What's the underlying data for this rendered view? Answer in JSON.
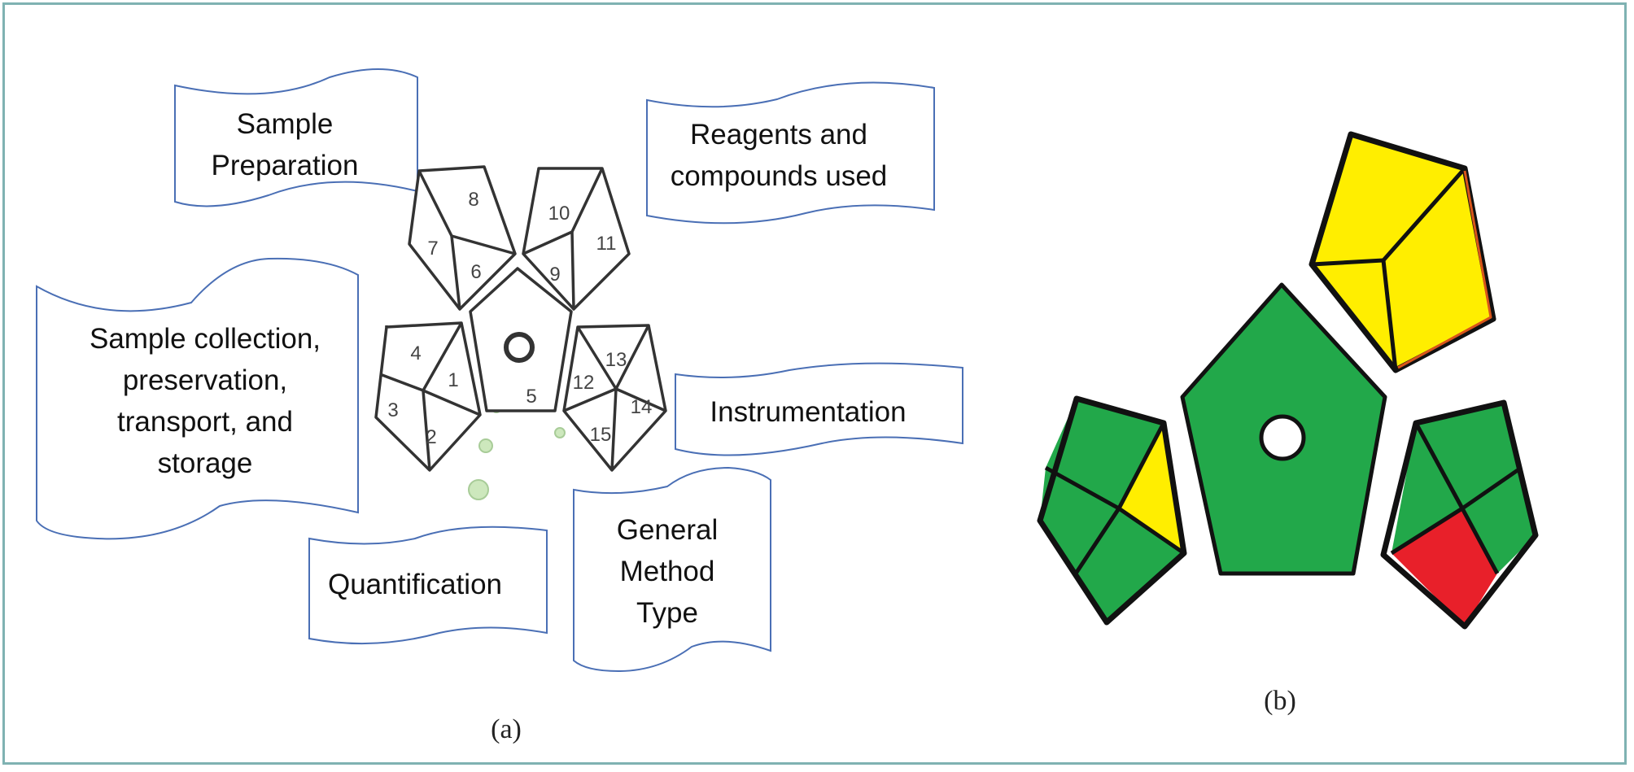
{
  "panel_a": {
    "caption": "(a)",
    "callouts": [
      {
        "id": "sample-preparation",
        "lines": [
          "Sample",
          "Preparation"
        ]
      },
      {
        "id": "reagents",
        "lines": [
          "Reagents and",
          "compounds used"
        ]
      },
      {
        "id": "sample-collection",
        "lines": [
          "Sample collection,",
          "preservation,",
          "transport, and",
          "storage"
        ]
      },
      {
        "id": "instrumentation",
        "lines": [
          "Instrumentation"
        ]
      },
      {
        "id": "quantification",
        "lines": [
          "Quantification"
        ]
      },
      {
        "id": "general-method",
        "lines": [
          "General",
          "Method",
          "Type"
        ]
      }
    ],
    "segment_numbers": [
      "1",
      "2",
      "3",
      "4",
      "5",
      "6",
      "7",
      "8",
      "9",
      "10",
      "11",
      "12",
      "13",
      "14",
      "15"
    ]
  },
  "panel_b": {
    "caption": "(b)",
    "colors": {
      "green": "#22a84a",
      "yellow": "#ffee00",
      "red": "#e8202a",
      "outline": "#111111"
    },
    "fields": {
      "1": "yellow",
      "2": "green",
      "3": "green",
      "4": "green",
      "5": "green",
      "6": "yellow",
      "7": "yellow",
      "8": "yellow",
      "12": "green",
      "13": "green",
      "14": "green",
      "15": "red"
    }
  }
}
